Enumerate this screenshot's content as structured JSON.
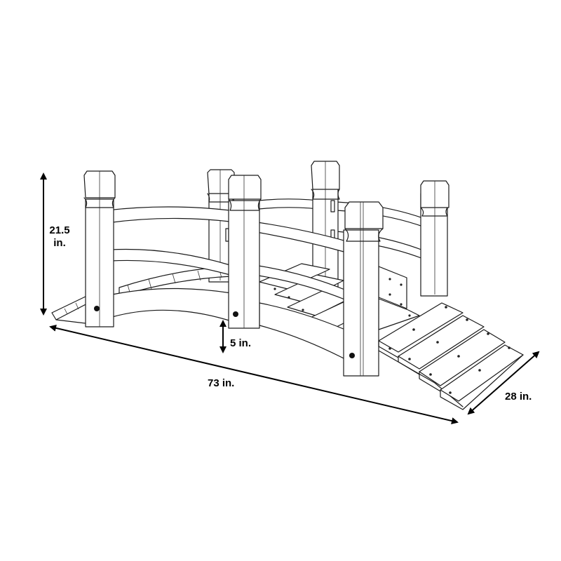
{
  "diagram": {
    "subject": "Wooden garden bridge with handrails",
    "style": "black line drawing on white",
    "colors": {
      "line": "#1a1a1a",
      "background": "#ffffff",
      "dimension": "#000000"
    }
  },
  "dimensions": {
    "height": {
      "value": "21.5",
      "unit": "in."
    },
    "clearance": {
      "label": "5 in."
    },
    "length": {
      "label": "73 in."
    },
    "width": {
      "label": "28 in."
    }
  }
}
